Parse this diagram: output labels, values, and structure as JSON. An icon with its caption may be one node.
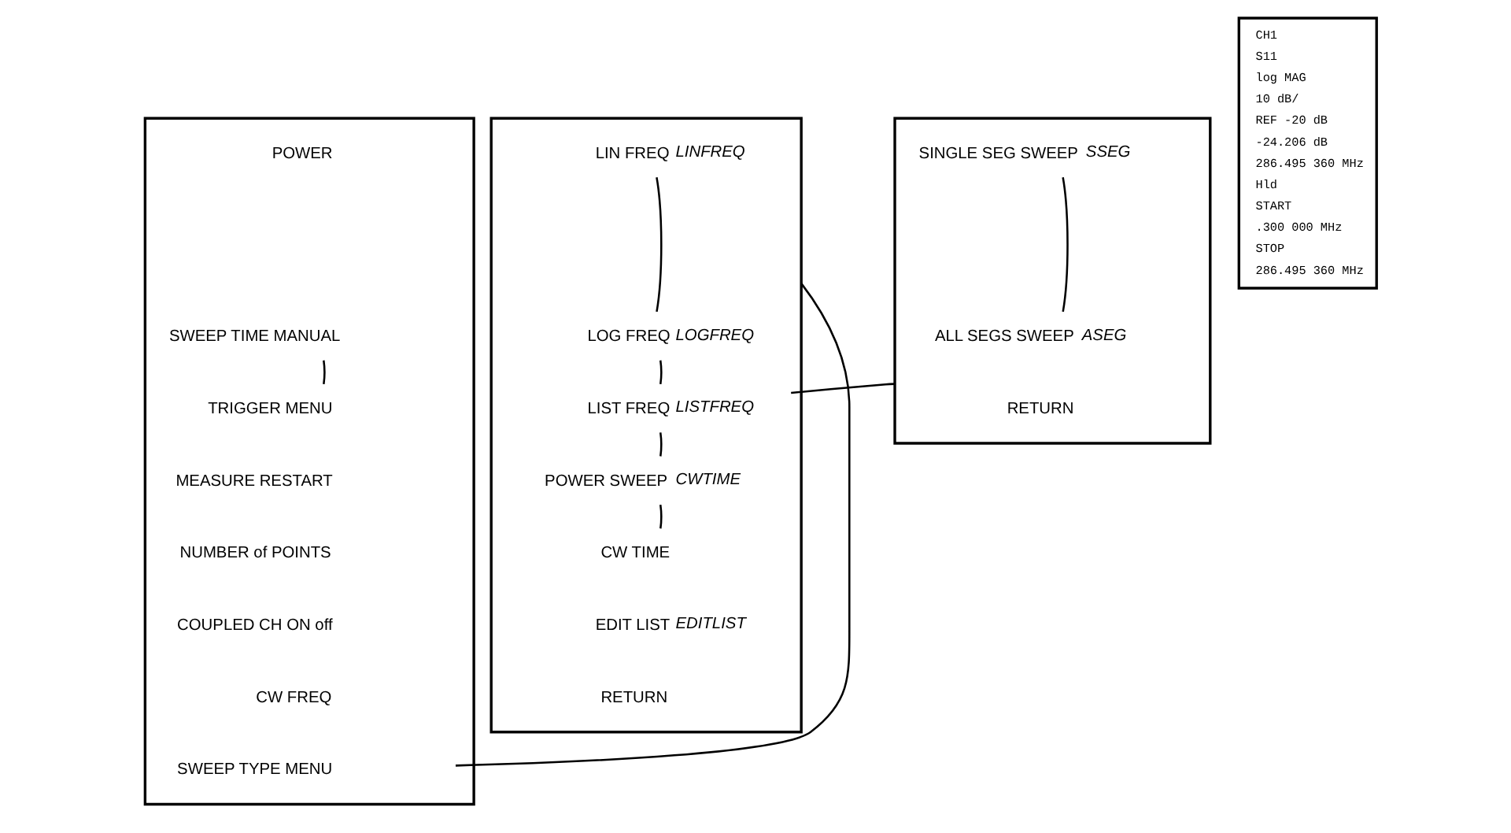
{
  "diagram": {
    "nodes": [
      {
        "text": [],
        "shape": "box"
      },
      {
        "text": [
          "POWER"
        ],
        "in": 0
      },
      {
        "text": [
          "SWEEP TIME MANUAL"
        ],
        "in": 0
      },
      {
        "text": [
          "TRIGGER MENU"
        ],
        "in": 0
      },
      {
        "text": [
          "MEASURE RESTART"
        ],
        "in": 0
      },
      {
        "text": [
          "NUMBER of POINTS"
        ],
        "in": 0
      },
      {
        "text": [
          "COUPLED CH ON off"
        ],
        "in": 0
      },
      {
        "text": [
          "CW FREQ"
        ],
        "in": 0
      },
      {
        "text": [
          "SWEEP TYPE MENU"
        ],
        "in": 0
      },
      {
        "text": [],
        "shape": "box"
      },
      {
        "text": [
          "LIN FREQ"
        ],
        "in": 9,
        "beside": [
          "LINFREQ"
        ]
      },
      {
        "text": [
          "LOG FREQ"
        ],
        "in": 9,
        "beside": [
          "LOGFREQ"
        ]
      },
      {
        "text": [
          "LIST FREQ"
        ],
        "in": 9,
        "beside": [
          "LISTFREQ"
        ]
      },
      {
        "text": [
          "POWER SWEEP"
        ],
        "in": 9,
        "beside": [
          "CWTIME"
        ]
      },
      {
        "text": [
          "CW TIME"
        ],
        "in": 9
      },
      {
        "text": [
          "EDIT LIST"
        ],
        "in": 9,
        "beside": [
          "EDITLIST"
        ]
      },
      {
        "text": [
          "RETURN"
        ],
        "in": 9
      },
      {
        "text": [],
        "shape": "box"
      },
      {
        "text": [
          "SINGLE SEG SWEEP"
        ],
        "in": 17,
        "beside": [
          "SSEG"
        ]
      },
      {
        "text": [
          "ALL SEGS SWEEP"
        ],
        "in": 17,
        "beside": [
          "ASEG"
        ]
      },
      {
        "text": [
          "RETURN"
        ],
        "in": 17
      },
      {
        "text": [
          "CH1",
          "S11",
          "log MAG",
          "10 dB/",
          "REF -20 dB",
          "-24.206 dB",
          "286.495 360 MHz",
          "Hld",
          "START",
          ".300 000 MHz",
          "STOP",
          "286.495 360 MHz"
        ]
      }
    ],
    "edges": [
      {
        "from": 2,
        "to": 3,
        "arrow": "none"
      },
      {
        "from": 8,
        "to": 9,
        "arrow": "none"
      },
      {
        "from": 10,
        "to": 11,
        "arrow": "none"
      },
      {
        "from": 11,
        "to": 12,
        "arrow": "none"
      },
      {
        "from": 12,
        "to": 13,
        "arrow": "none"
      },
      {
        "from": 13,
        "to": 14,
        "arrow": "none"
      },
      {
        "from": 12,
        "to": 17,
        "arrow": "none"
      },
      {
        "from": 18,
        "to": 19,
        "arrow": "none"
      }
    ]
  }
}
